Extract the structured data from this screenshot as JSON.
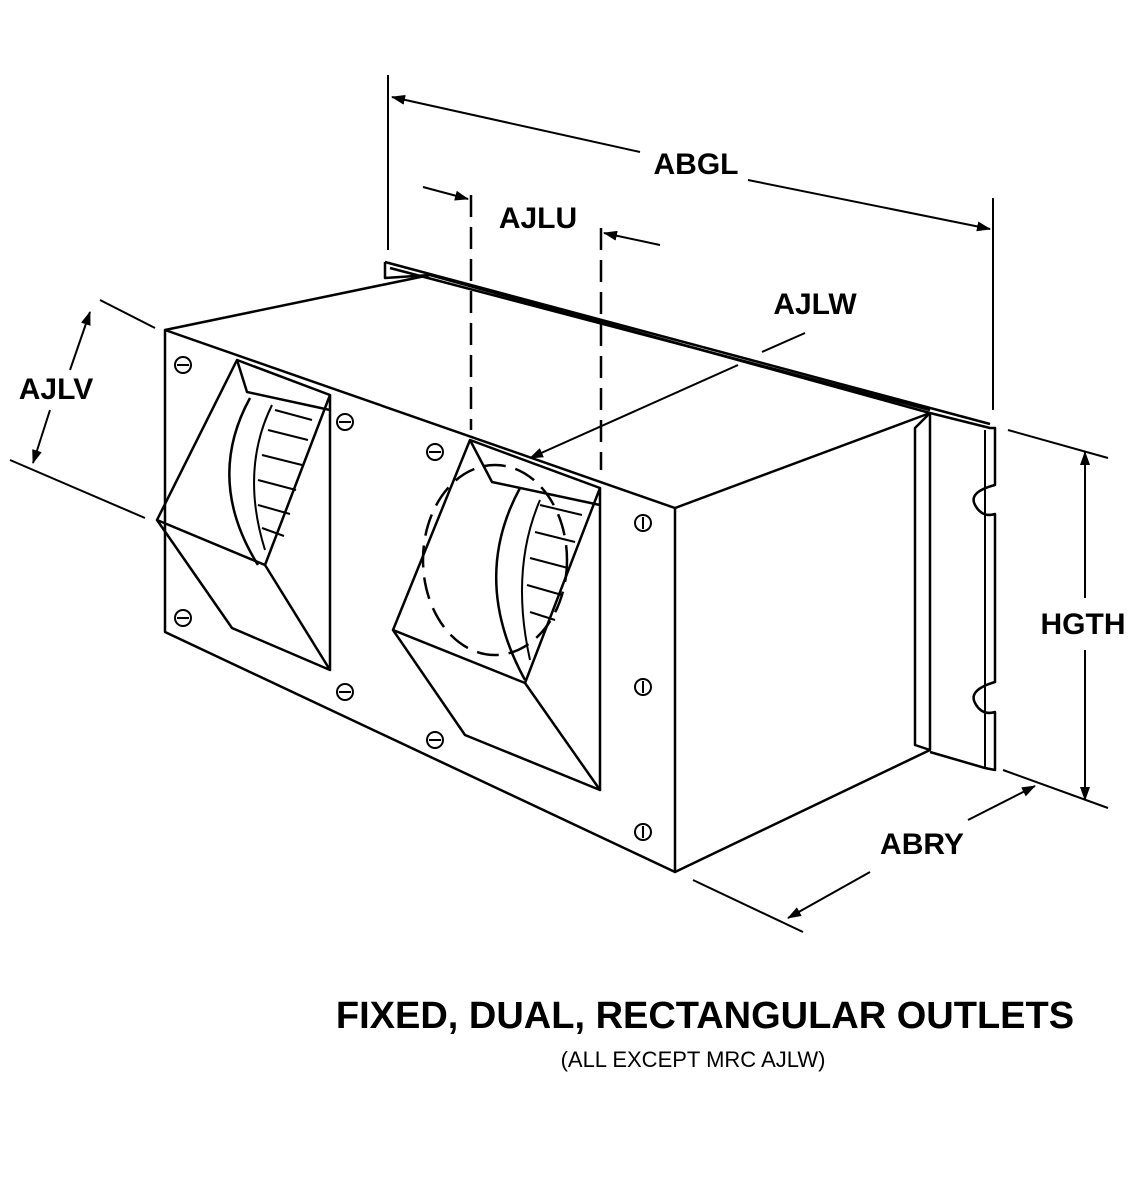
{
  "dimensions": {
    "abgl": "ABGL",
    "ajlu": "AJLU",
    "ajlw": "AJLW",
    "ajlv": "AJLV",
    "hgth": "HGTH",
    "abry": "ABRY"
  },
  "caption": {
    "title": "FIXED, DUAL, RECTANGULAR OUTLETS",
    "subtitle": "(ALL EXCEPT MRC AJLW)"
  }
}
